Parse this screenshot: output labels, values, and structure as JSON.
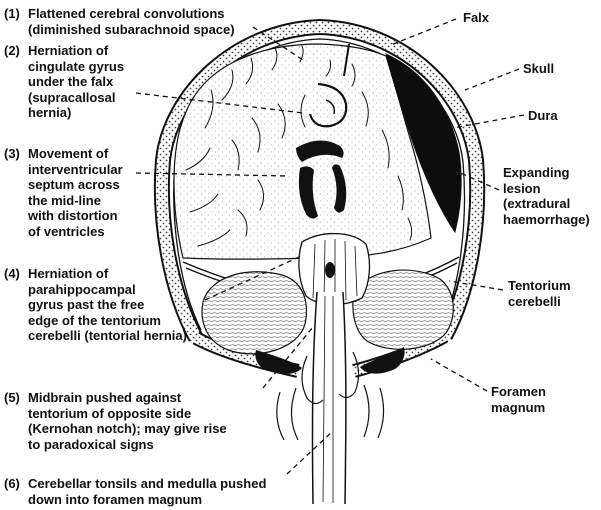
{
  "illustration": {
    "name": "coronal-brain-section-with-expanding-extradural-lesion",
    "style": "black-and-white line art with stippled skull and shaded lesion"
  },
  "colors": {
    "ink": "#111111",
    "background": "#ffffff",
    "lesion_fill": "#0d0d0d"
  },
  "left_labels": [
    {
      "num": "(1)",
      "text": "Flattened cerebral convolutions\n(diminished subarachnoid space)"
    },
    {
      "num": "(2)",
      "text": "Herniation of\ncingulate gyrus\nunder the falx\n(supracallosal\nhernia)"
    },
    {
      "num": "(3)",
      "text": "Movement of\ninterventricular\nseptum across\nthe mid-line\nwith distortion\nof ventricles"
    },
    {
      "num": "(4)",
      "text": "Herniation of\nparahippocampal\ngyrus past the free\nedge of the tentorium\ncerebelli (tentorial hernia)"
    },
    {
      "num": "(5)",
      "text": "Midbrain pushed against\ntentorium of opposite side\n(Kernohan notch); may give rise\nto paradoxical signs"
    },
    {
      "num": "(6)",
      "text": "Cerebellar tonsils and medulla pushed\ndown into foramen magnum"
    }
  ],
  "right_labels": [
    {
      "id": "falx",
      "text": "Falx"
    },
    {
      "id": "skull",
      "text": "Skull"
    },
    {
      "id": "dura",
      "text": "Dura"
    },
    {
      "id": "expanding-lesion",
      "text": "Expanding\nlesion\n(extradural\nhaemorrhage)"
    },
    {
      "id": "tentorium-cerebelli",
      "text": "Tentorium\ncerebelli"
    },
    {
      "id": "foramen-magnum",
      "text": "Foramen\nmagnum"
    }
  ]
}
